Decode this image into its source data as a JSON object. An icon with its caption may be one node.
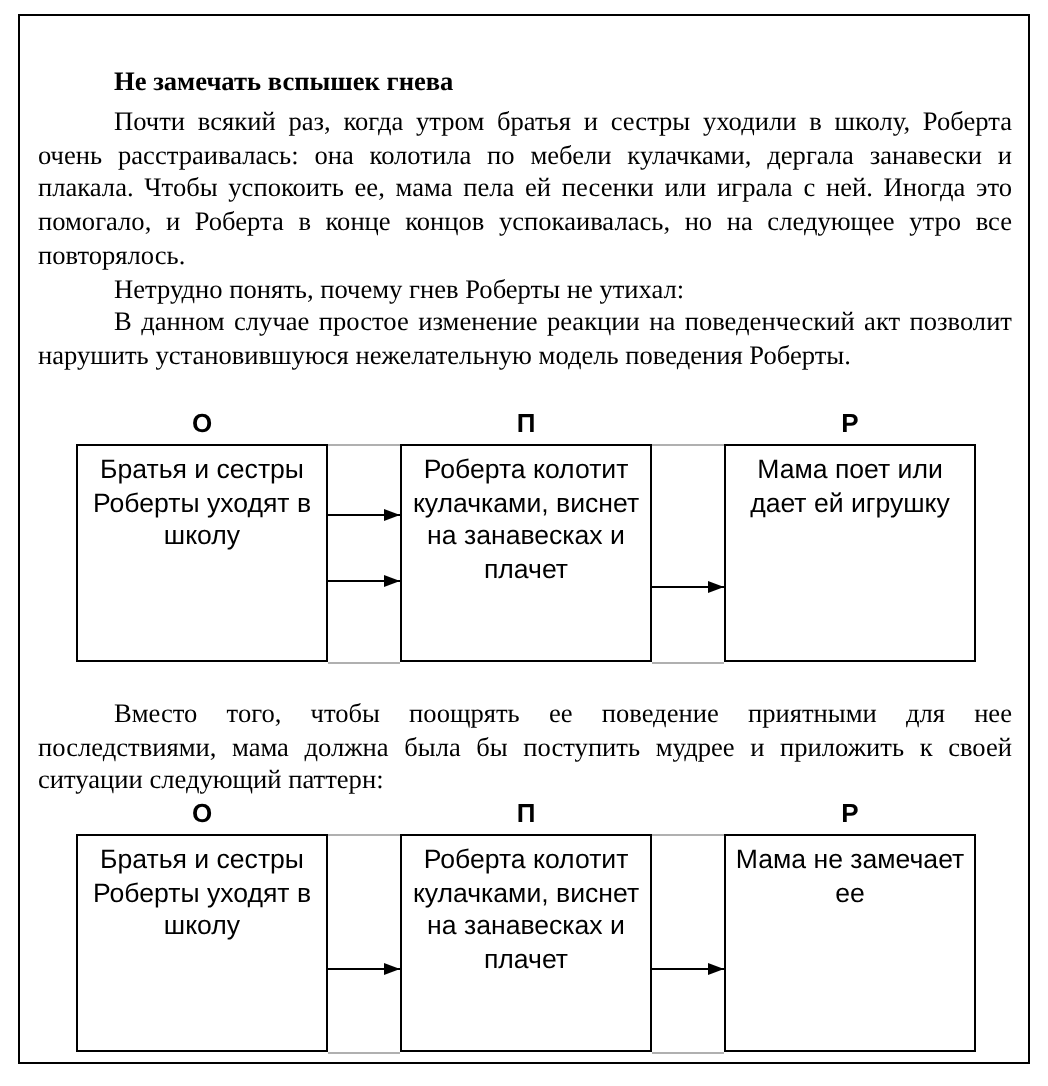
{
  "diagram": {
    "title": "Не замечать вспышек гнева",
    "nodes": [
      {
        "text": [
          "О",
          "Братья и сестры Роберты уходят в школу"
        ]
      },
      {
        "text": [
          "П",
          "Роберта колотит кулачками, виснет на занавесках и плачет"
        ]
      },
      {
        "text": [
          "Р",
          "Мама поет или дает ей игрушку"
        ]
      },
      {
        "text": [
          "О",
          "Братья и сестры Роберты уходят в школу"
        ]
      },
      {
        "text": [
          "П",
          "Роберта колотит кулачками, виснет на занавесках и плачет"
        ]
      },
      {
        "text": [
          "Р",
          "Мама не замечает ее"
        ]
      }
    ],
    "edges": [
      {
        "from": 0,
        "to": 1,
        "arrow": "to"
      },
      {
        "from": 0,
        "to": 1,
        "arrow": "to"
      },
      {
        "from": 1,
        "to": 2,
        "arrow": "to"
      },
      {
        "from": 3,
        "to": 4,
        "arrow": "to"
      },
      {
        "from": 4,
        "to": 5,
        "arrow": "to"
      }
    ],
    "labels": [
      "Почти всякий раз, когда утром братья и сестры уходили в школу, Роберта очень расстраивалась: она колотила по мебели кулачками, дергала занавески и плакала. Чтобы успокоить ее, мама пела ей песенки или играла с ней. Иногда это помогало, и Роберта в конце концов успокаивалась, но на следующее утро все повторялось.",
      "Нетрудно понять, почему гнев Роберты не утихал:",
      "В данном случае простое изменение реакции на поведенческий акт позволит нарушить установившуюся нежелательную модель поведения Роберты.",
      "Вместо того, чтобы поощрять ее поведение приятными для нее последствиями, мама должна была бы поступить мудрее и приложить к своей ситуации следующий паттерн:"
    ]
  }
}
